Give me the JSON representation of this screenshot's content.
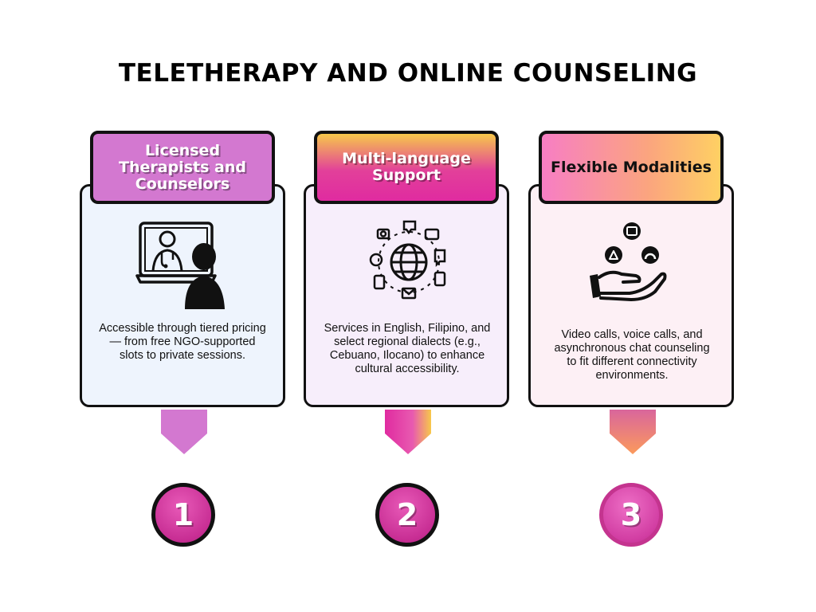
{
  "title": "TELETHERAPY AND ONLINE COUNSELING",
  "colors": {
    "card1_header": "#d378d0",
    "card2_header_top": "#f7c84a",
    "card2_header_bottom": "#e02ba0",
    "card3_header_left": "#f77ec4",
    "card3_header_right": "#fed063",
    "number_badge": "#c82e94"
  },
  "cards": [
    {
      "heading": "Licensed Therapists and Counselors",
      "icon": "doctor-video-call-icon",
      "description": "Accessible through tiered pricing — from free NGO-supported slots to private sessions.",
      "number": "1"
    },
    {
      "heading": "Multi-language Support",
      "icon": "globe-communication-icon",
      "description": "Services in English, Filipino, and select regional dialects (e.g., Cebuano, Ilocano) to enhance cultural accessibility.",
      "number": "2"
    },
    {
      "heading": "Flexible Modalities",
      "icon": "hand-options-icon",
      "description": "Video calls, voice calls, and asynchronous chat counseling to fit different connectivity environments.",
      "number": "3"
    }
  ]
}
